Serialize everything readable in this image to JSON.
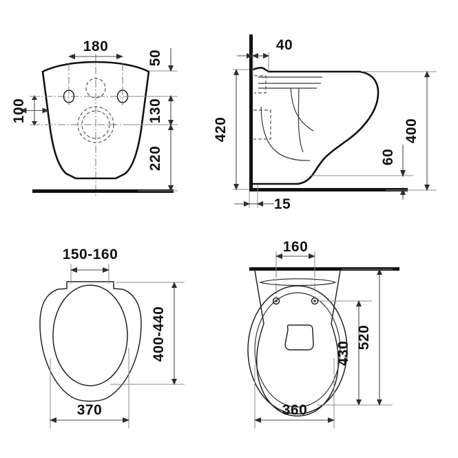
{
  "drawing": {
    "title": "Wall-hung WC technical dimension drawing",
    "units": "mm",
    "line_color": "#111111",
    "dimension_color": "#4a4a4a"
  },
  "views": {
    "front": {
      "name": "front-view",
      "dimensions": {
        "bolt_spacing": "180",
        "bolt_height_from_top": "100",
        "top_to_upper_inlet": "50",
        "upper_inlet_to_outlet": "130",
        "outlet_to_floor": "220"
      }
    },
    "side": {
      "name": "side-view",
      "dimensions": {
        "wall_to_inlet": "40",
        "total_height": "420",
        "projection_height": "400",
        "rim_to_floor": "60",
        "wall_offset": "15"
      }
    },
    "seat_top": {
      "name": "seat-top-view",
      "dimensions": {
        "hinge_spacing": "150-160",
        "seat_length": "400-440",
        "seat_width": "370"
      }
    },
    "bowl_top": {
      "name": "bowl-top-view",
      "dimensions": {
        "bolt_spacing": "160",
        "bowl_length": "430",
        "total_length": "520",
        "bowl_width": "360"
      }
    }
  }
}
